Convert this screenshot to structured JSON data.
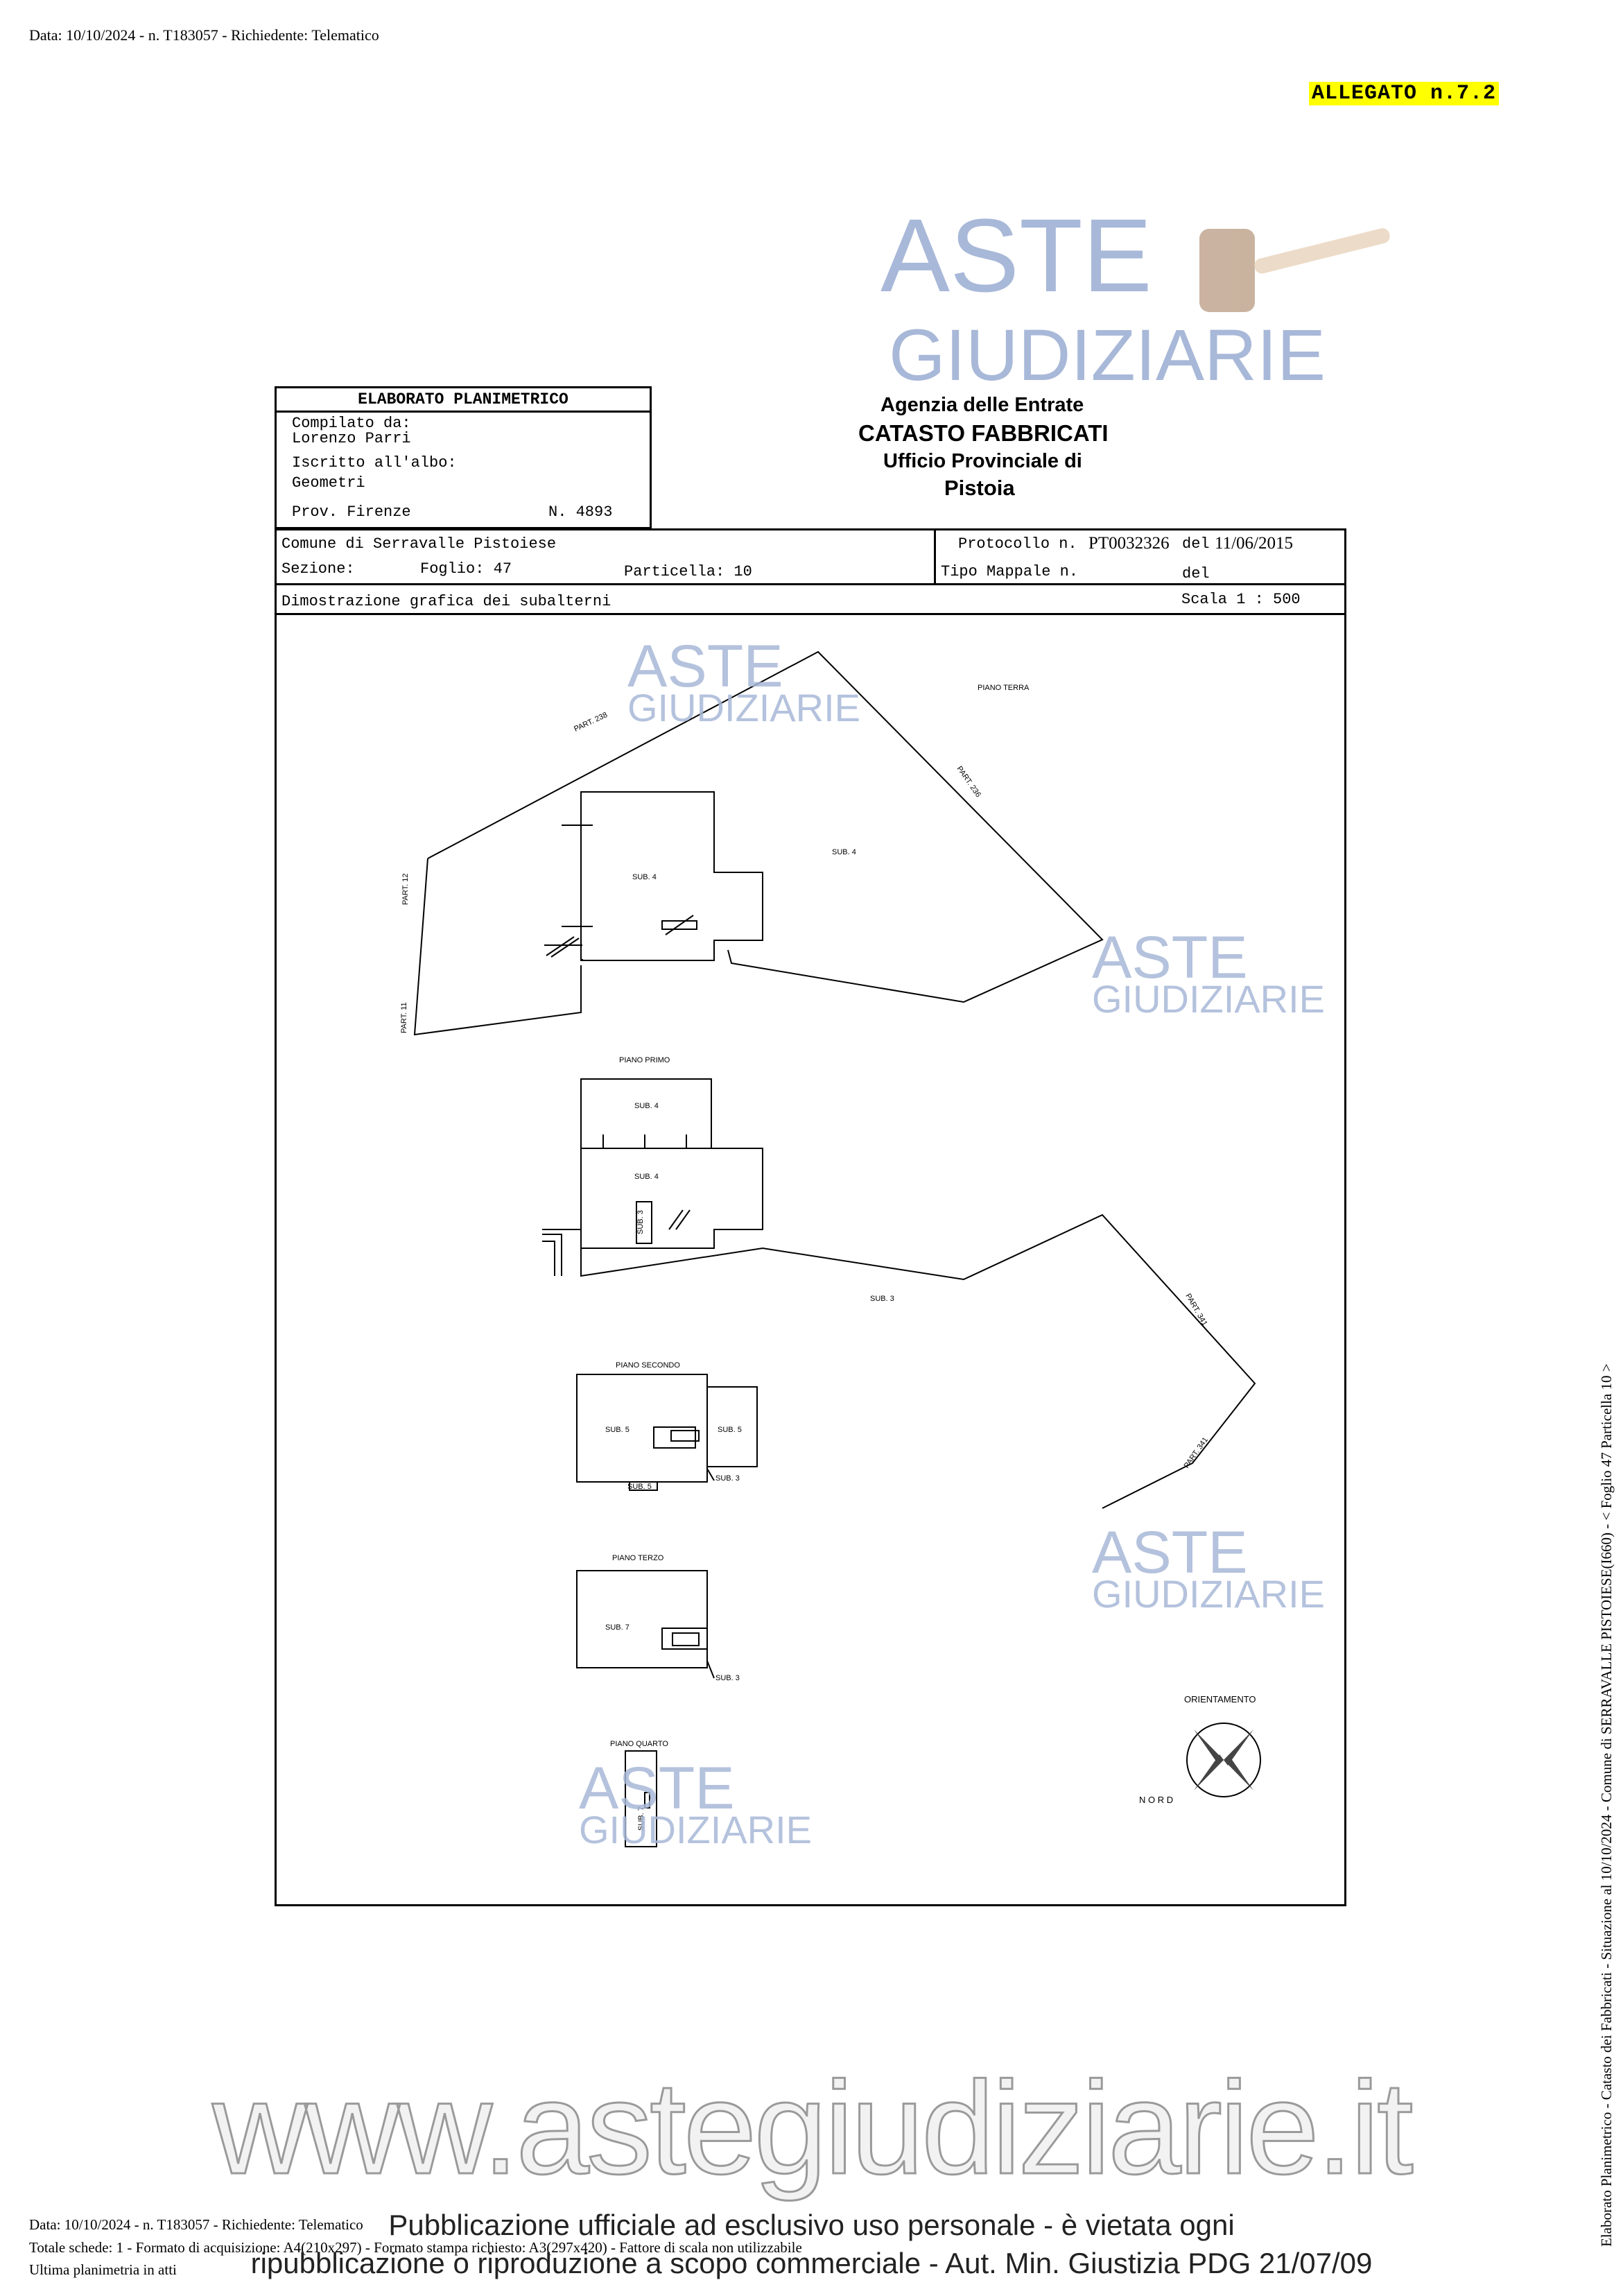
{
  "header": {
    "top_line": "Data: 10/10/2024 - n. T183057 - Richiedente: Telematico",
    "allegato": "ALLEGATO n.7.2"
  },
  "logo": {
    "line1": "ASTE",
    "line2": "GIUDIZIARIE"
  },
  "elaborato": {
    "title": "ELABORATO PLANIMETRICO",
    "compilato_label": "Compilato da:",
    "compilato_name": "Lorenzo Parri",
    "iscritto_label": "Iscritto all'albo:",
    "albo": "Geometri",
    "prov": "Prov. Firenze",
    "numero": "N. 4893"
  },
  "agenzia": {
    "line1": "Agenzia delle Entrate",
    "line2": "CATASTO FABBRICATI",
    "line3": "Ufficio Provinciale di",
    "line4": "Pistoia"
  },
  "info": {
    "comune": "Comune di Serravalle Pistoiese",
    "sezione": "Sezione:",
    "foglio": "Foglio: 47",
    "particella": "Particella: 10",
    "protocollo_label": "Protocollo n.",
    "protocollo_value": "PT0032326",
    "del_label": "del",
    "protocollo_date": "11/06/2015",
    "tipo_mappale": "Tipo Mappale n.",
    "del2": "del",
    "dimostrazione": "Dimostrazione grafica dei subalterni",
    "scala": "Scala 1 : 500"
  },
  "plan": {
    "piano_terra": "PIANO TERRA",
    "piano_primo": "PIANO PRIMO",
    "piano_secondo": "PIANO SECONDO",
    "piano_terzo": "PIANO TERZO",
    "piano_quarto": "PIANO QUARTO",
    "part_238": "PART. 238",
    "part_236": "PART. 236",
    "part_12": "PART. 12",
    "part_11": "PART. 11",
    "part_341_a": "PART. 341",
    "part_341_b": "PART. 341",
    "sub4_a": "SUB. 4",
    "sub4_b": "SUB. 4",
    "sub4_c": "SUB. 4",
    "sub4_d": "SUB. 4",
    "sub3_a": "SUB. 3",
    "sub3_b": "SUB. 3",
    "sub3_c": "SUB. 3",
    "sub3_d": "SUB. 3",
    "sub5_a": "SUB. 5",
    "sub5_b": "SUB. 5",
    "sub5_c": "SUB. 5",
    "sub7": "SUB. 7",
    "sub7_v": "SUB. 7",
    "orientamento": "ORIENTAMENTO",
    "nord": "N O R D"
  },
  "footer": {
    "watermark_url": "www.astegiudiziarie.it",
    "data_line": "Data: 10/10/2024 - n. T183057 - Richiedente: Telematico",
    "totale_line": "Totale schede: 1 - Formato di acquisizione: A4(210x297) - Formato stampa richiesto: A3(297x420) - Fattore di scala non utilizzabile",
    "ultima": "Ultima planimetria in atti",
    "pub1": "Pubblicazione ufficiale ad esclusivo uso personale - è vietata ogni",
    "pub2": "ripubblicazione o riproduzione a scopo commerciale - Aut. Min. Giustizia PDG 21/07/09",
    "side": "Elaborato Planimetrico - Catasto dei Fabbricati - Situazione al 10/10/2024 - Comune di SERRAVALLE PISTOIESE(I660) - < Foglio 47 Particella 10 >"
  }
}
